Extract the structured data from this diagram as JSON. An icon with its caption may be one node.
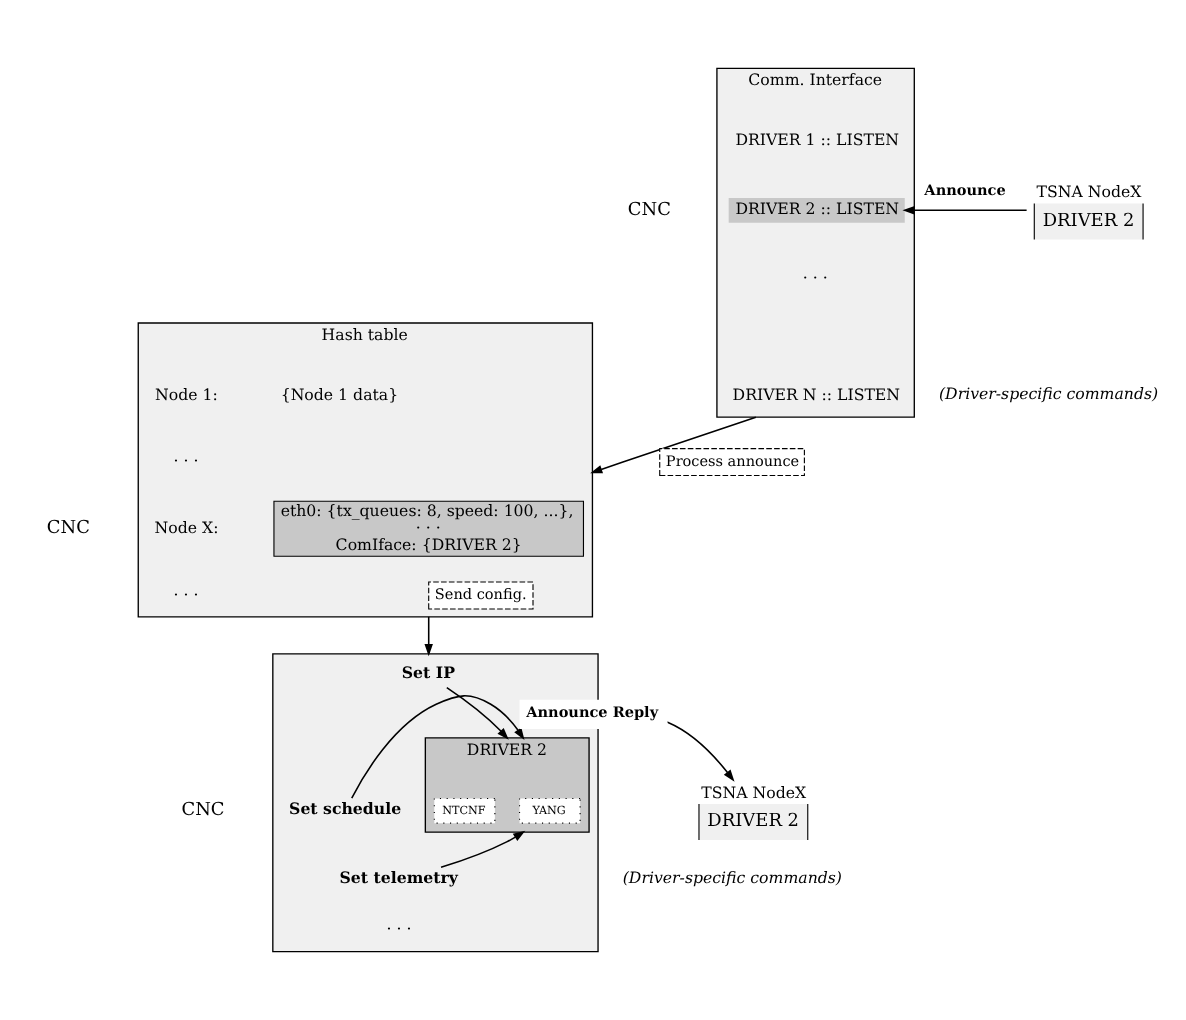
{
  "diagram": {
    "nodes": [
      {
        "text": [
          "Comm. Interface"
        ],
        "beside": [
          "CNC"
        ]
      },
      {
        "text": [
          "DRIVER 1 :: LISTEN"
        ],
        "in": 0
      },
      {
        "text": [
          "DRIVER 2 :: LISTEN"
        ],
        "in": 0
      },
      {
        "text": [
          "DRIVER N :: LISTEN"
        ],
        "in": 0
      },
      {
        "text": [
          "TSNA NodeX",
          "DRIVER 2"
        ]
      },
      {
        "text": [
          "Hash table"
        ],
        "beside": [
          "CNC"
        ]
      },
      {
        "text": [
          "eth0: {tx_queues: 8, speed: 100, ...},",
          "· · ·",
          "ComIface: {DRIVER 2}"
        ],
        "in": 5
      },
      {
        "text": [],
        "shape": "box",
        "beside": [
          "CNC"
        ]
      },
      {
        "text": [
          "Set IP"
        ],
        "in": 7
      },
      {
        "text": [
          "Set schedule"
        ],
        "in": 7
      },
      {
        "text": [
          "Set telemetry"
        ],
        "in": 7
      },
      {
        "text": [
          "DRIVER 2"
        ],
        "in": 7
      },
      {
        "text": [
          "YANG"
        ],
        "in": 11
      },
      {
        "text": [
          "NTCNF"
        ],
        "in": 11
      },
      {
        "text": [
          "TSNA NodeX",
          "DRIVER 2"
        ]
      }
    ],
    "edges": [
      {
        "from": 4,
        "to": 2,
        "arrow": "to",
        "label": "Announce"
      },
      {
        "from": 0,
        "to": 5,
        "arrow": "to",
        "label": "Process announce"
      },
      {
        "from": 5,
        "to": 7,
        "arrow": "to",
        "label": "Send config."
      },
      {
        "from": 8,
        "to": 11,
        "arrow": "to"
      },
      {
        "from": 9,
        "to": 11,
        "arrow": "to"
      },
      {
        "from": 10,
        "to": 11,
        "arrow": "to"
      },
      {
        "from": 7,
        "to": 14,
        "arrow": "to",
        "label": "Announce Reply"
      }
    ],
    "labels": [
      "· · ·",
      "(Driver-specific commands)",
      "Node 1:",
      "{Node 1 data}",
      "· · ·",
      "Node X:",
      "· · ·",
      "· · ·",
      "(Driver-specific commands)"
    ]
  }
}
